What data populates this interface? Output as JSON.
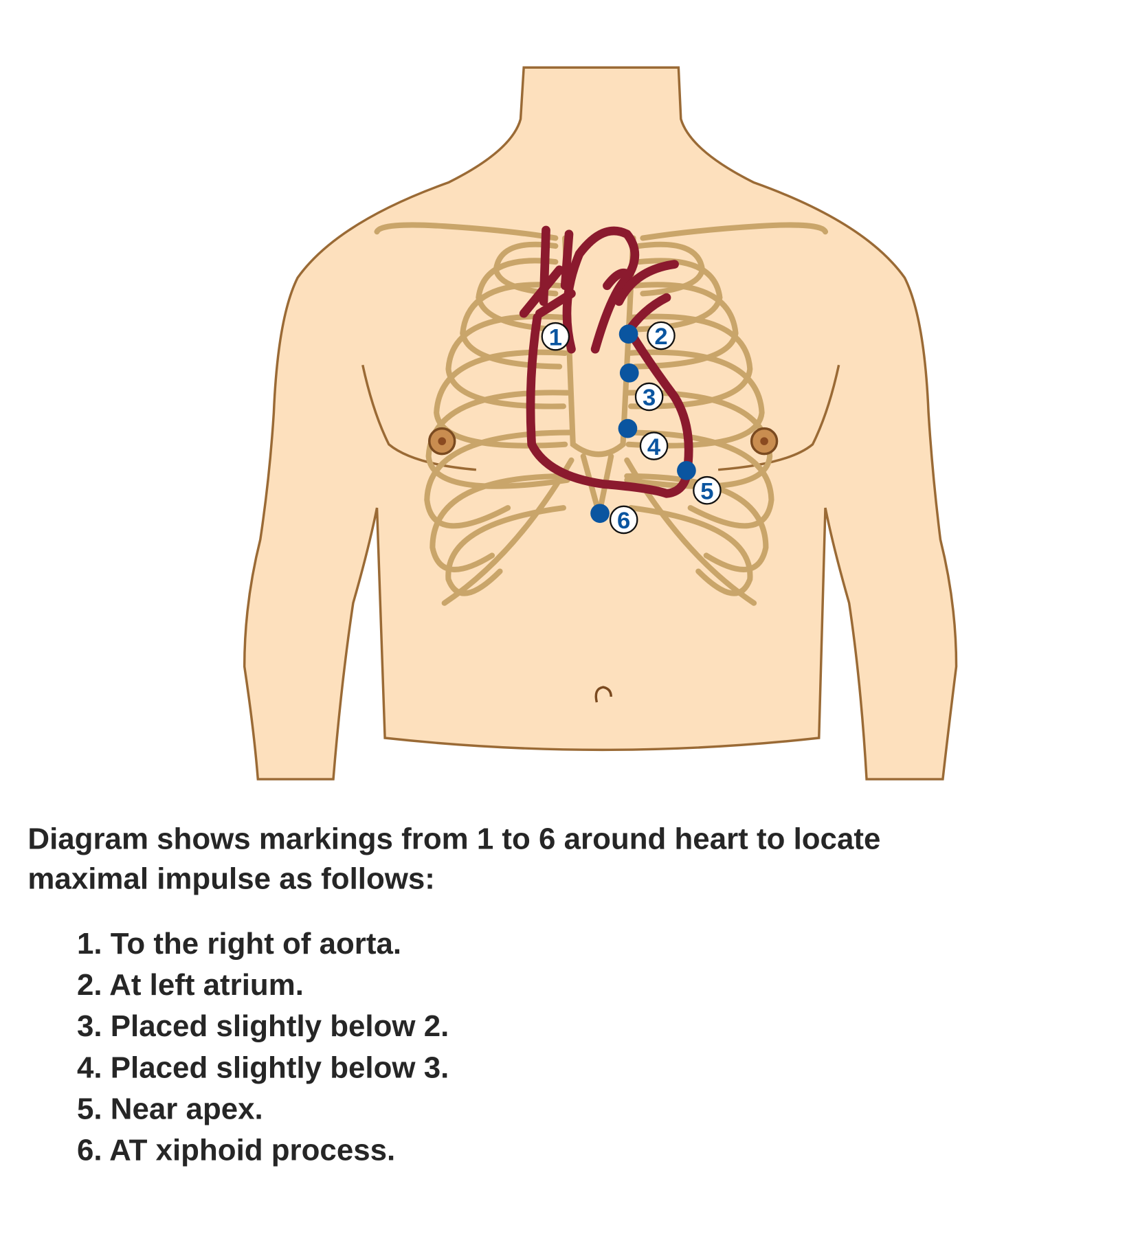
{
  "markers": [
    "1",
    "2",
    "3",
    "4",
    "5",
    "6"
  ],
  "caption": {
    "line1": "Diagram shows markings from 1 to 6 around heart to locate",
    "line2": "maximal impulse as follows:"
  },
  "list": [
    "1. To the right of aorta.",
    "2. At left atrium.",
    "3. Placed slightly below 2.",
    "4. Placed slightly below 3.",
    "5. Near apex.",
    "6. AT xiphoid process."
  ],
  "colors": {
    "skin": "#fde0bd",
    "outline": "#9a6a35",
    "rib": "#c9a56a",
    "heart": "#8b1a2e",
    "marker": "#0a55a0"
  }
}
